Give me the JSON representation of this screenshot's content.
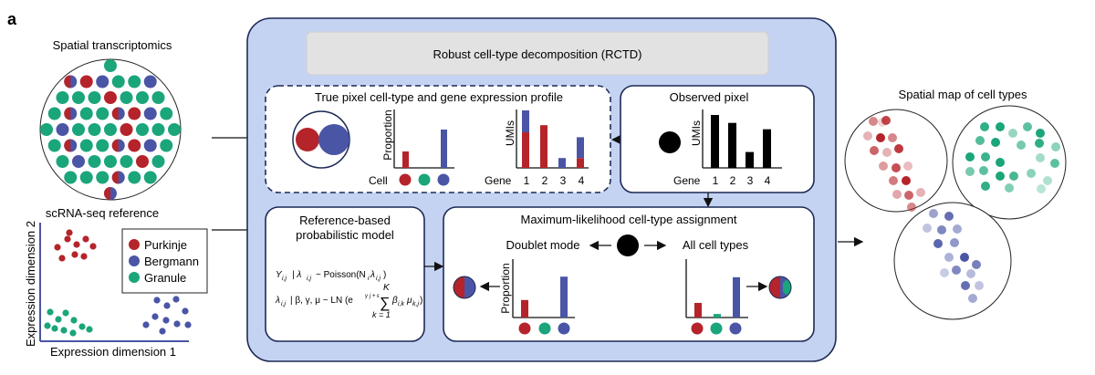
{
  "panel_letter": "a",
  "left": {
    "spatial_title": "Spatial transcriptomics",
    "scrna_title": "scRNA-seq reference",
    "y_axis_label": "Expression dimension 2",
    "x_axis_label": "Expression dimension 1",
    "legend": [
      {
        "label": "Purkinje",
        "color": "#b5242a"
      },
      {
        "label": "Bergmann",
        "color": "#4a55a6"
      },
      {
        "label": "Granule",
        "color": "#1aa57a"
      }
    ]
  },
  "rctd": {
    "title": "Robust cell-type decomposition (RCTD)",
    "true_pixel": {
      "title": "True pixel cell-type and gene expression profile",
      "proportion_label": "Proportion",
      "cell_label": "Cell",
      "umis_label": "UMIs",
      "gene_label": "Gene",
      "gene_ticks": [
        "1",
        "2",
        "3",
        "4"
      ]
    },
    "observed": {
      "title": "Observed pixel",
      "umis_label": "UMIs",
      "gene_label": "Gene",
      "gene_ticks": [
        "1",
        "2",
        "3",
        "4"
      ]
    },
    "model": {
      "title_line1": "Reference-based",
      "title_line2": "probabilistic model",
      "eq1": "Y",
      "eq1_tail": "| λ",
      "eq1_rest": "~ Poisson(N",
      "eq2": "λ",
      "eq2_rest": "| β, γ, μ ~ LN (e",
      "sum_k": "K",
      "sum_lower": "k = 1"
    },
    "assignment": {
      "title": "Maximum-likelihood cell-type assignment",
      "doublet_label": "Doublet mode",
      "all_label": "All cell types",
      "proportion_label": "Proportion"
    }
  },
  "right": {
    "title": "Spatial map of cell types"
  },
  "colors": {
    "purkinje": "#b5242a",
    "bergmann": "#4a55a6",
    "granule": "#1aa57a",
    "panel_fill": "#c5d3f3",
    "panel_stroke": "#1d2a55",
    "header_fill": "#e2e2e2"
  },
  "chart_data": [
    {
      "type": "bar",
      "title": "",
      "xlabel": "Cell",
      "ylabel": "Proportion",
      "categories": [
        "Purkinje",
        "Granule",
        "Bergmann"
      ],
      "values": [
        0.3,
        0.0,
        0.7
      ]
    },
    {
      "type": "bar",
      "title": "",
      "xlabel": "Gene",
      "ylabel": "UMIs",
      "categories": [
        "1",
        "2",
        "3",
        "4"
      ],
      "series": [
        {
          "name": "Purkinje",
          "values": [
            0.65,
            0.78,
            0.0,
            0.18
          ]
        },
        {
          "name": "Bergmann",
          "values": [
            0.4,
            0.0,
            0.18,
            0.38
          ]
        }
      ]
    },
    {
      "type": "bar",
      "title": "",
      "xlabel": "Gene",
      "ylabel": "UMIs",
      "categories": [
        "1",
        "2",
        "3",
        "4"
      ],
      "values": [
        1.0,
        0.85,
        0.3,
        0.73
      ]
    },
    {
      "type": "bar",
      "title": "",
      "xlabel": "",
      "ylabel": "Proportion",
      "categories": [
        "Purkinje",
        "Granule",
        "Bergmann"
      ],
      "values": [
        0.3,
        0.0,
        0.7
      ]
    },
    {
      "type": "bar",
      "title": "",
      "xlabel": "",
      "ylabel": "",
      "categories": [
        "Purkinje",
        "Granule",
        "Bergmann"
      ],
      "values": [
        0.25,
        0.06,
        0.69
      ]
    }
  ]
}
